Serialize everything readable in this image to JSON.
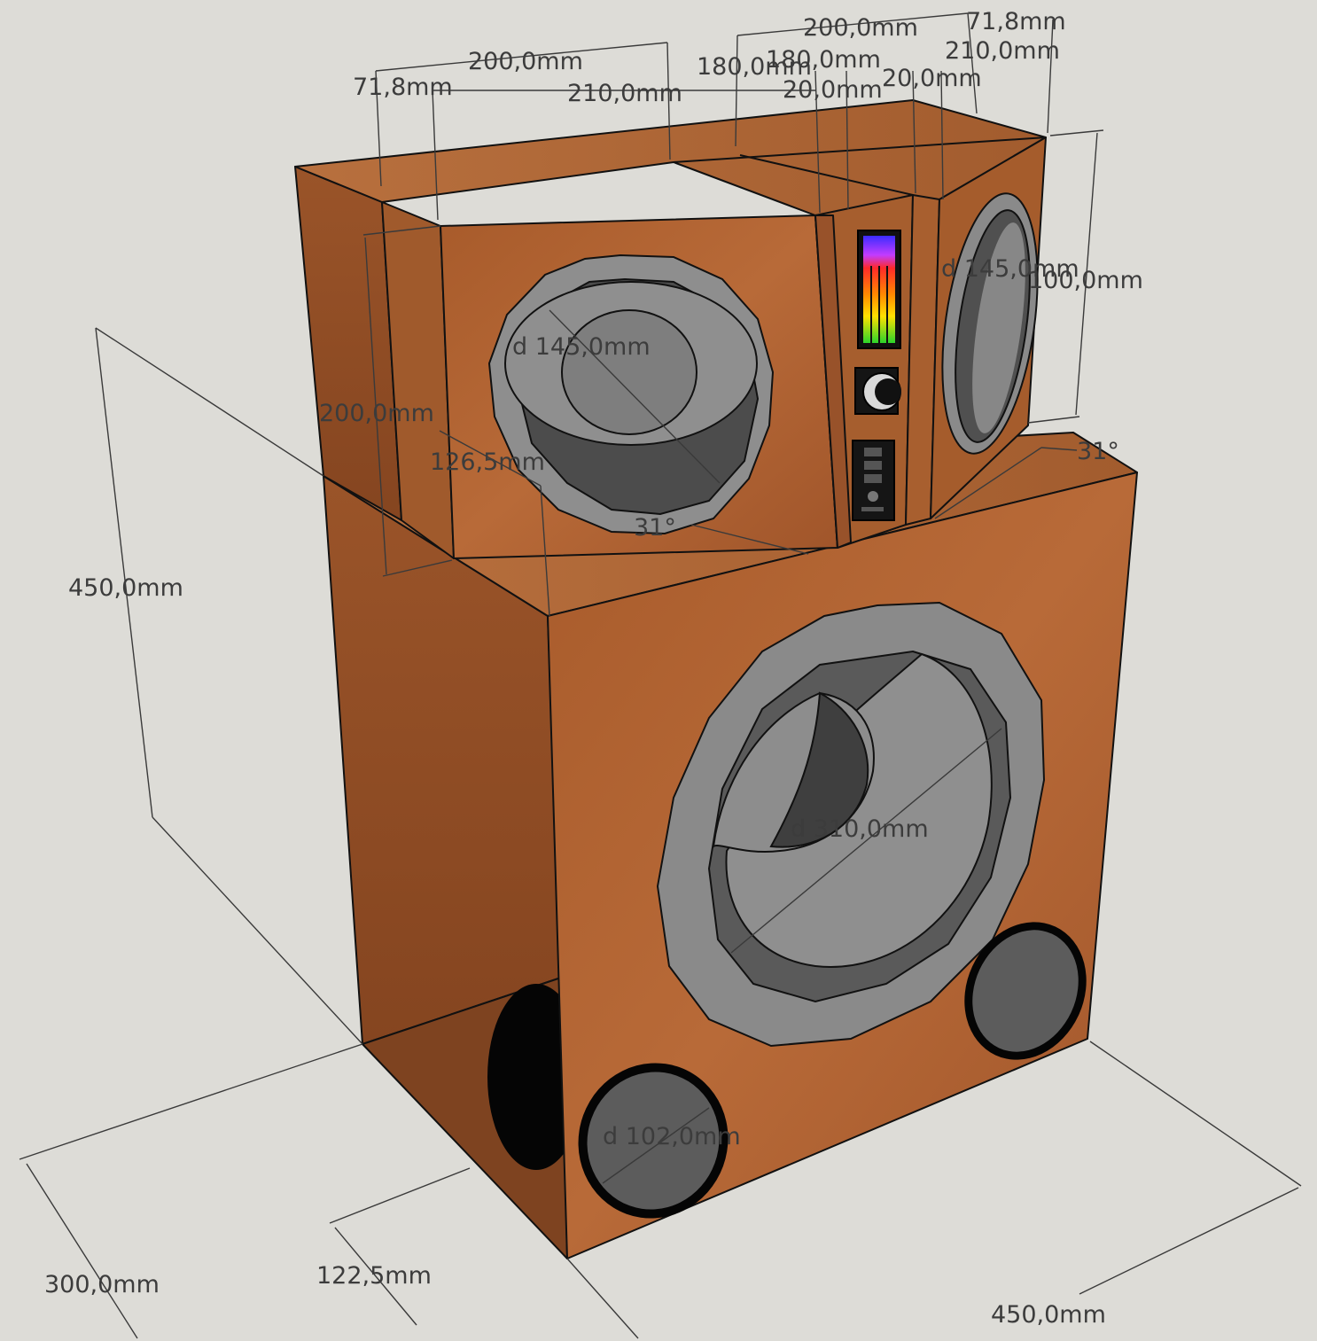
{
  "dimensions": {
    "top_left_width": "200,0mm",
    "top_left_offset": "71,8mm",
    "top_left_depth": "210,0mm",
    "top_center_a": "180,0mm",
    "top_center_b": "180,0mm",
    "top_center_strip_a": "20,0mm",
    "top_right_width": "200,0mm",
    "top_right_offset": "71,8mm",
    "top_right_depth": "210,0mm",
    "top_right_strip": "20,0mm",
    "upper_height": "200,0mm",
    "upper_side_height": "100,0mm",
    "upper_inset": "126,5mm",
    "mid_driver_left": "d 145,0mm",
    "mid_driver_right": "d 145,0mm",
    "angle_left": "31°",
    "angle_right": "31°",
    "total_height": "450,0mm",
    "woofer": "d 310,0mm",
    "port": "d 102,0mm",
    "base_depth": "300,0mm",
    "base_recess": "122,5mm",
    "base_width": "450,0mm"
  },
  "colors": {
    "background": "#dddcd7",
    "wood_light": "#b06434",
    "wood_dark": "#8a4a22",
    "driver_gray": "#8d8d8d",
    "driver_shadow": "#4e4e4e",
    "outline": "#111111"
  },
  "icons": {
    "level_meter": "level-meter-icon",
    "volume_knob": "volume-knob-icon",
    "input_panel": "input-panel-icon"
  }
}
